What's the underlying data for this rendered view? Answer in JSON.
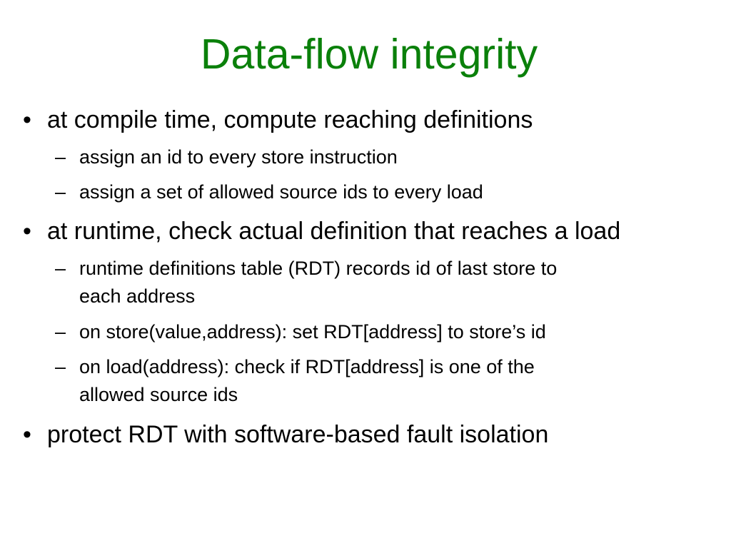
{
  "slide": {
    "title": "Data-flow integrity",
    "title_color": "#0a800a",
    "bullet_glyph": "•",
    "dash_glyph": "–",
    "bullets": [
      {
        "text": "at compile time, compute reaching definitions",
        "subitems": [
          {
            "lines": [
              "assign an id to every store instruction"
            ]
          },
          {
            "lines": [
              "assign a set of allowed source ids to every load"
            ]
          }
        ]
      },
      {
        "text": "at runtime, check actual definition that reaches a load",
        "subitems": [
          {
            "lines": [
              "runtime definitions table (RDT) records id of last store to",
              "each address"
            ]
          },
          {
            "lines": [
              "on store(value,address): set RDT[address] to store’s id"
            ]
          },
          {
            "lines": [
              "on load(address): check if RDT[address] is one of the",
              "allowed source ids"
            ]
          }
        ]
      },
      {
        "text": "protect RDT with software-based fault isolation",
        "subitems": []
      }
    ]
  }
}
